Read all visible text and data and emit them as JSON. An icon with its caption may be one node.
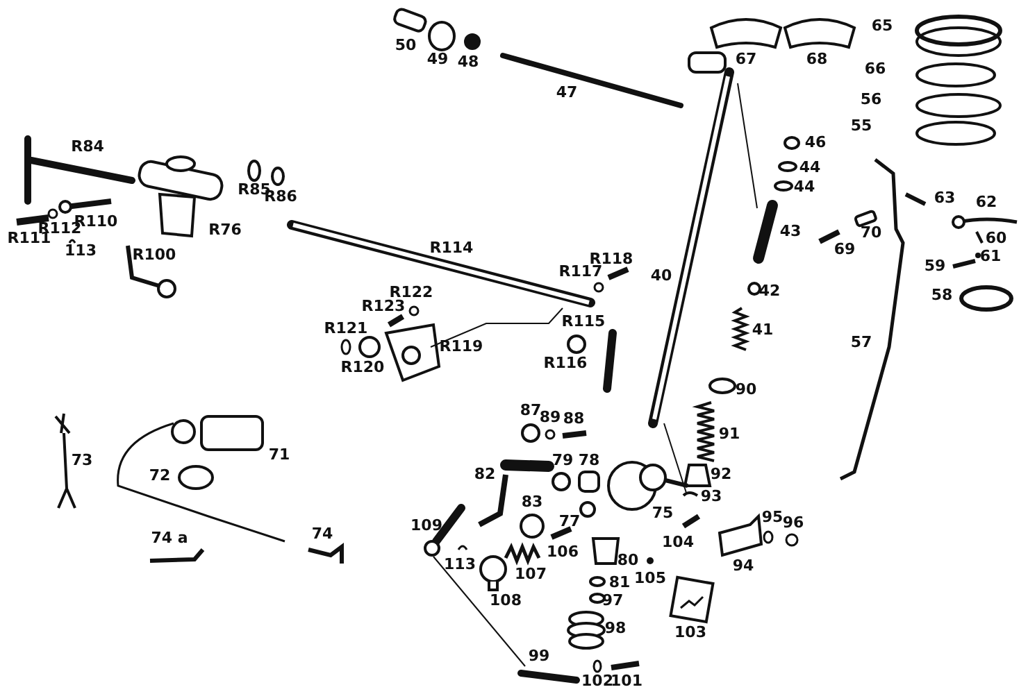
{
  "diagram": {
    "labels": [
      "50",
      "49",
      "48",
      "65",
      "67",
      "68",
      "66",
      "47",
      "56",
      "55",
      "46",
      "R84",
      "44",
      "44",
      "R85",
      "R86",
      "63",
      "62",
      "R110",
      "R112",
      "R76",
      "43",
      "70",
      "60",
      "R111",
      "R114",
      "69",
      "113",
      "R100",
      "61",
      "R118",
      "59",
      "R117",
      "40",
      "42",
      "R122",
      "58",
      "R123",
      "R115",
      "R121",
      "41",
      "R119",
      "57",
      "R116",
      "R120",
      "90",
      "87",
      "89",
      "88",
      "91",
      "71",
      "73",
      "79",
      "78",
      "82",
      "92",
      "72",
      "93",
      "83",
      "75",
      "77",
      "95",
      "96",
      "109",
      "74",
      "74 a",
      "104",
      "106",
      "113",
      "80",
      "94",
      "105",
      "107",
      "81",
      "97",
      "108",
      "98",
      "103",
      "99",
      "102",
      "101"
    ]
  }
}
